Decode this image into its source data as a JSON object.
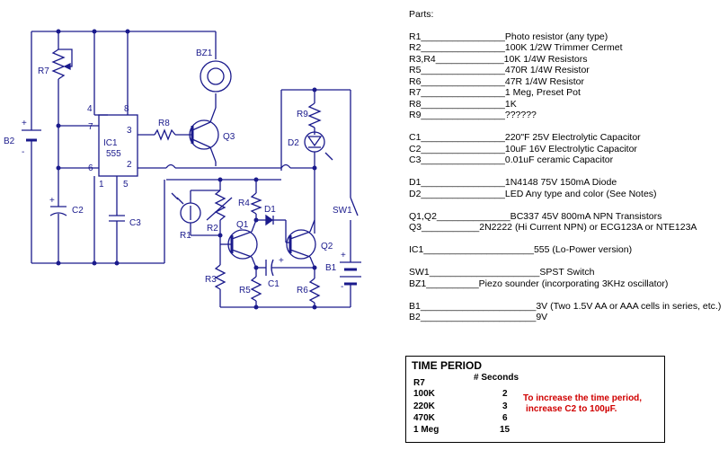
{
  "schematic": {
    "labels": {
      "r7": "R7",
      "b2": "B2",
      "c2": "C2",
      "c3": "C3",
      "ic1": "IC1",
      "ic1_model": "555",
      "pin4": "4",
      "pin8": "8",
      "pin7": "7",
      "pin3": "3",
      "pin6": "6",
      "pin2": "2",
      "pin1": "1",
      "pin5": "5",
      "r8": "R8",
      "q3": "Q3",
      "bz1": "BZ1",
      "r9": "R9",
      "d2": "D2",
      "sw1": "SW1",
      "b1": "B1",
      "r1": "R1",
      "r2": "R2",
      "r4": "R4",
      "q1": "Q1",
      "d1": "D1",
      "q2": "Q2",
      "r3": "R3",
      "r5": "R5",
      "c1": "C1",
      "r6": "R6",
      "plus": "+",
      "minus": "-"
    }
  },
  "parts": {
    "heading": "Parts:",
    "rows": [
      "R1________________Photo resistor (any type)",
      "R2________________100K  1/2W Trimmer Cermet",
      "R3,R4_____________10K  1/4W Resistors",
      "R5________________470R  1/4W Resistor",
      "R6________________47R  1/4W Resistor",
      "R7________________1 Meg, Preset Pot",
      "R8________________1K",
      "R9________________??????",
      "",
      "C1________________220\"F  25V Electrolytic Capacitor",
      "C2________________10uF  16V Electrolytic Capacitor",
      "C3________________0.01uF     ceramic Capacitor",
      "",
      "D1________________1N4148   75V 150mA Diode",
      "D2________________LED    Any type and color (See Notes)",
      "",
      "Q1,Q2______________BC337   45V 800mA NPN Transistors",
      "Q3___________2N2222 (Hi Current NPN) or ECG123A or NTE123A",
      "",
      "IC1_____________________555 (Lo-Power version)",
      "",
      "SW1_____________________SPST Switch",
      "BZ1__________Piezo sounder (incorporating 3KHz oscillator)",
      "",
      "B1______________________3V (Two 1.5V AA or AAA cells in series, etc.)",
      "B2______________________9V"
    ]
  },
  "time_period": {
    "title": "TIME PERIOD",
    "col_r7": "R7",
    "col_seconds": "# Seconds",
    "rows": [
      {
        "r7": "100K",
        "seconds": "2"
      },
      {
        "r7": "220K",
        "seconds": "3"
      },
      {
        "r7": "470K",
        "seconds": "6"
      },
      {
        "r7": "1 Meg",
        "seconds": "15"
      }
    ],
    "note_line1": "To increase the time period,",
    "note_line2": "increase C2 to 100µF."
  },
  "colors": {
    "wire": "#1a1a8c",
    "text": "#000000",
    "note": "#d00000"
  }
}
